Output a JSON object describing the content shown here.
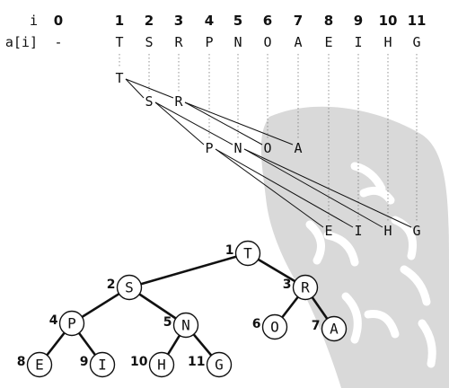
{
  "header": {
    "index_label": "i",
    "array_label": "a[i]"
  },
  "indices": [
    "0",
    "1",
    "2",
    "3",
    "4",
    "5",
    "6",
    "7",
    "8",
    "9",
    "10",
    "11"
  ],
  "array": [
    "-",
    "T",
    "S",
    "R",
    "P",
    "N",
    "O",
    "A",
    "E",
    "I",
    "H",
    "G"
  ],
  "colors": {
    "ink": "#111111",
    "node_fill": "#ffffff",
    "watermark": "#d9d9d9",
    "watermark_mark": "#ffffff"
  },
  "tree": {
    "nodes": [
      {
        "index": "1",
        "letter": "T"
      },
      {
        "index": "2",
        "letter": "S"
      },
      {
        "index": "3",
        "letter": "R"
      },
      {
        "index": "4",
        "letter": "P"
      },
      {
        "index": "5",
        "letter": "N"
      },
      {
        "index": "6",
        "letter": "O"
      },
      {
        "index": "7",
        "letter": "A"
      },
      {
        "index": "8",
        "letter": "E"
      },
      {
        "index": "9",
        "letter": "I"
      },
      {
        "index": "10",
        "letter": "H"
      },
      {
        "index": "11",
        "letter": "G"
      }
    ]
  }
}
